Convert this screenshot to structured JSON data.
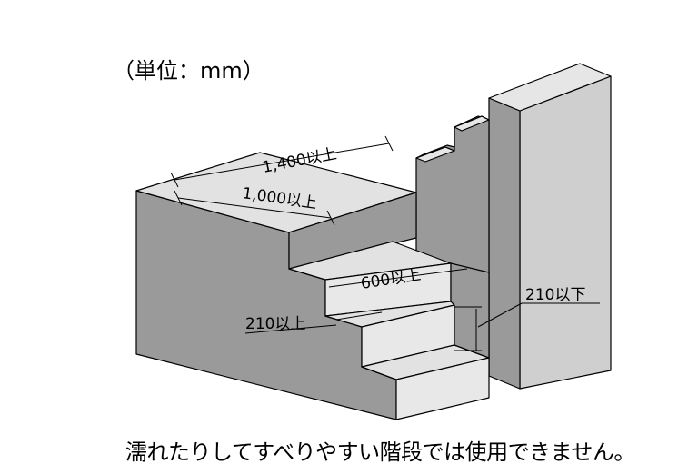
{
  "unit_label": "（単位：mm）",
  "dimensions": {
    "overall_width": "1,400以上",
    "clear_width": "1,000以上",
    "landing_depth": "600以上",
    "tread_depth": "210以上",
    "riser_height": "210以下"
  },
  "caption": "濡れたりしてすべりやすい階段では使用できません。",
  "colors": {
    "front_face": "#9a9a9a",
    "top_face": "#e2e2e2",
    "side_face": "#c9c9c9",
    "stroke": "#000000"
  }
}
